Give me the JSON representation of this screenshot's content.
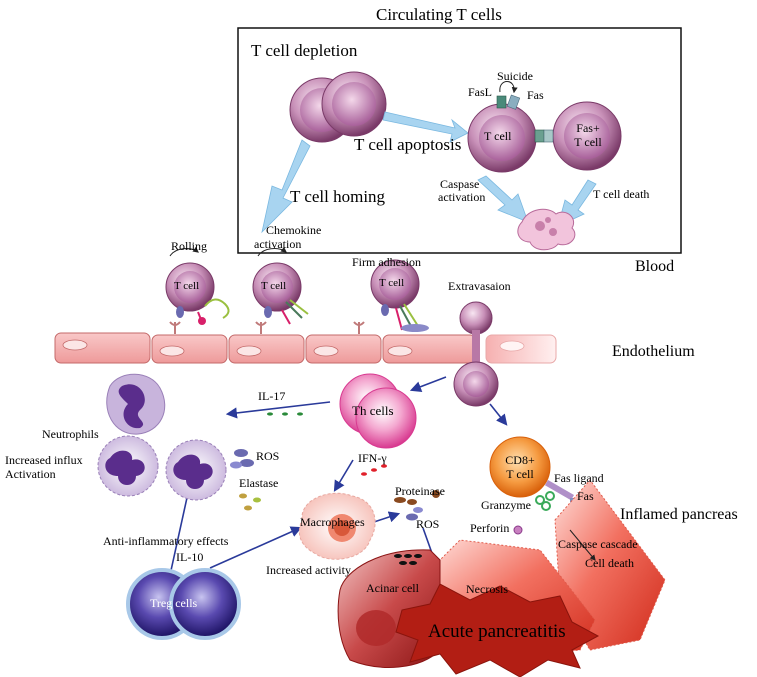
{
  "labels": {
    "circulating": "Circulating T cells",
    "depletion": "T cell depletion",
    "suicide": "Suicide",
    "fasl_top": "FasL",
    "fas_top": "Fas",
    "apoptosis": "T cell apoptosis",
    "tcell_a": "T cell",
    "fas_tcell_1": "Fas+",
    "fas_tcell_2": "T cell",
    "homing": "T cell homing",
    "caspase_act_1": "Caspase",
    "caspase_act_2": "activation",
    "tcell_death": "T cell death",
    "chemokine_1": "Chemokine",
    "chemokine_2": "activation",
    "blood": "Blood",
    "rolling": "Rolling",
    "firm_adhesion": "Firm adhesion",
    "extravasation": "Extravasaion",
    "tcell_r1": "T cell",
    "tcell_r2": "T cell",
    "tcell_r3": "T cell",
    "endothelium": "Endothelium",
    "il17": "IL-17",
    "th_cells": "Th cells",
    "neutrophils": "Neutrophils",
    "influx_1": "Increased influx",
    "influx_2": "Activation",
    "ros1": "ROS",
    "elastase": "Elastase",
    "ifn": "IFN-γ",
    "cd8_1": "CD8+",
    "cd8_2": "T cell",
    "fas_ligand": "Fas ligand",
    "fas_bottom": "Fas",
    "granzyme": "Granzyme",
    "perforin": "Perforin",
    "proteinase": "Proteinase",
    "ros2": "ROS",
    "macrophages": "Macrophages",
    "anti_inflam": "Anti-inflammatory effects",
    "il10": "IL-10",
    "increased_activity": "Increased activity",
    "treg": "Treg cells",
    "acinar": "Acinar cell",
    "necrosis": "Necrosis",
    "inflamed": "Inflamed pancreas",
    "caspase_cascade": "Caspase cascade",
    "cell_death": "Cell death",
    "acute": "Acute pancreatitis"
  },
  "colors": {
    "tcell": "#a05a8c",
    "endothelium": "#f2a5a5",
    "neutrophil": "#5a2d8c",
    "th_cell": "#e05aa0",
    "cd8": "#f07820",
    "treg": "#2a1a80",
    "pancreas": "#d83a2a",
    "arrow_light": "#a8d4f0",
    "arrow_dark": "#2a3a9a"
  }
}
